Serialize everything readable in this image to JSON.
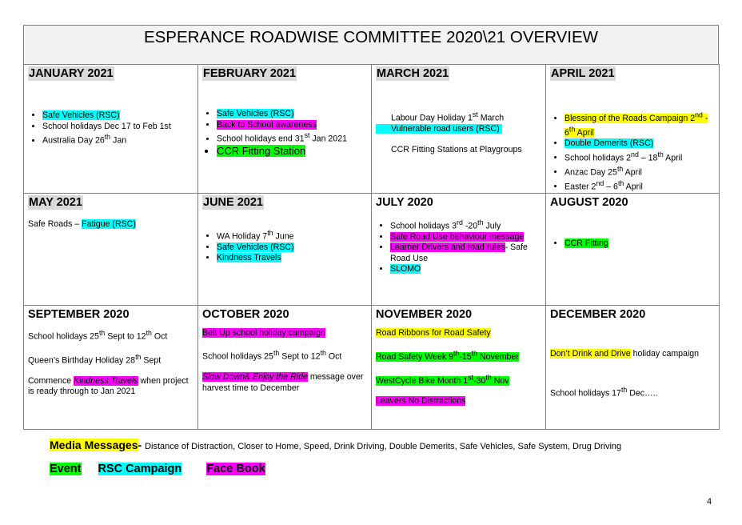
{
  "title": "ESPERANCE ROADWISE COMMITTEE 2020\\21 OVERVIEW",
  "months": {
    "jan": {
      "name": "JANUARY 2021",
      "items": [
        "Safe Vehicles (RSC)",
        "School holidays Dec 17 to Feb 1st",
        "Australia Day 26",
        "th",
        " Jan"
      ]
    },
    "feb": {
      "name": "FEBRUARY 2021",
      "items": [
        "Safe Vehicles (RSC)",
        "Back to School awareness",
        "School holidays end 31",
        "st",
        " Jan 2021",
        "CCR Fitting Station"
      ]
    },
    "mar": {
      "name": "MARCH 2021",
      "l1a": "Labour Day Holiday 1",
      "l1b": "st",
      "l1c": "  March",
      "l2": "Vulnerable road users (RSC)",
      "l3": "CCR Fitting Stations at Playgroups"
    },
    "apr": {
      "name": "APRIL 2021",
      "i1a": "Blessing of the Roads Campaign 2",
      "i1b": "nd",
      "i1c": " - 6",
      "i1d": "th",
      "i1e": "  April",
      "i2": "Double Demerits (RSC)",
      "i3a": "School holidays 2",
      "i3b": "nd",
      "i3c": " – 18",
      "i3d": "th",
      "i3e": " April",
      "i4a": "Anzac Day 25",
      "i4b": "th",
      "i4c": " April",
      "i5a": "Easter 2",
      "i5b": "nd",
      "i5c": " – 6",
      "i5d": "th",
      "i5e": " April"
    },
    "may": {
      "name": "MAY 2021",
      "t1": "Safe Roads – ",
      "t2": "Fatigue (RSC)"
    },
    "jun": {
      "name": "JUNE 2021",
      "i1a": "WA Holiday 7",
      "i1b": "th",
      "i1c": "  June",
      "i2": "Safe Vehicles (RSC)",
      "i3": "Kindness Travels"
    },
    "jul": {
      "name": "JULY 2020",
      "i1a": "School holidays 3",
      "i1b": "rd",
      "i1c": " -20",
      "i1d": "th",
      "i1e": " July",
      "i2": "Safe Road Use behaviour message",
      "i3a": "Learner Drivers and road rules",
      "i3b": "- Safe Road Use",
      "i4": "SLOMO"
    },
    "aug": {
      "name": "AUGUST 2020",
      "i1": "CCR Fitting"
    },
    "sep": {
      "name": "SEPTEMBER 2020",
      "p1a": "School holidays 25",
      "p1b": "th",
      "p1c": " Sept to 12",
      "p1d": "th",
      "p1e": " Oct",
      "p2a": "Queen’s Birthday Holiday 28",
      "p2b": "th",
      "p2c": " Sept",
      "p3a": "Commence ",
      "p3b": "Kindness Travels",
      "p3c": " when project is ready through to Jan 2021"
    },
    "oct": {
      "name": "OCTOBER 2020",
      "p1": "Belt Up school holiday campaign",
      "p2a": "School holidays 25",
      "p2b": "th",
      "p2c": " Sept to 12",
      "p2d": "th",
      "p2e": " Oct",
      "p3a": "Slow Down& Enjoy the Ride",
      "p3b": " message over harvest time to December"
    },
    "nov": {
      "name": "NOVEMBER 2020",
      "p1": "Road Ribbons for Road Safety",
      "p2a": "Road Safety Week 9",
      "p2b": "th",
      "p2c": "-15",
      "p2d": "th",
      "p2e": " November",
      "p3a": "WestCycle Bike Month 1",
      "p3b": "st",
      "p3c": "-30",
      "p3d": "th",
      "p3e": " Nov",
      "p4": "Leavers No Distractions"
    },
    "dec": {
      "name": "DECEMBER 2020",
      "p1a": "Don’t Drink and Drive",
      "p1b": " holiday campaign",
      "p2a": "School holidays 17",
      "p2b": "th",
      "p2c": " Dec….."
    }
  },
  "legend": {
    "media_label": "Media Messages",
    "media_dash": "- ",
    "media_text": "Distance of Distraction, Closer to Home, Speed, Drink Driving, Double Demerits, Safe Vehicles, Safe System, Drug Driving",
    "event": "Event",
    "rsc": "RSC Campaign",
    "facebook": "Face Book"
  },
  "colors": {
    "event": "#00ff00",
    "rsc": "#00ffff",
    "facebook": "#ff00ff",
    "media": "#ffff00",
    "header_shade": "#d9d9d9"
  },
  "page_number": "4"
}
